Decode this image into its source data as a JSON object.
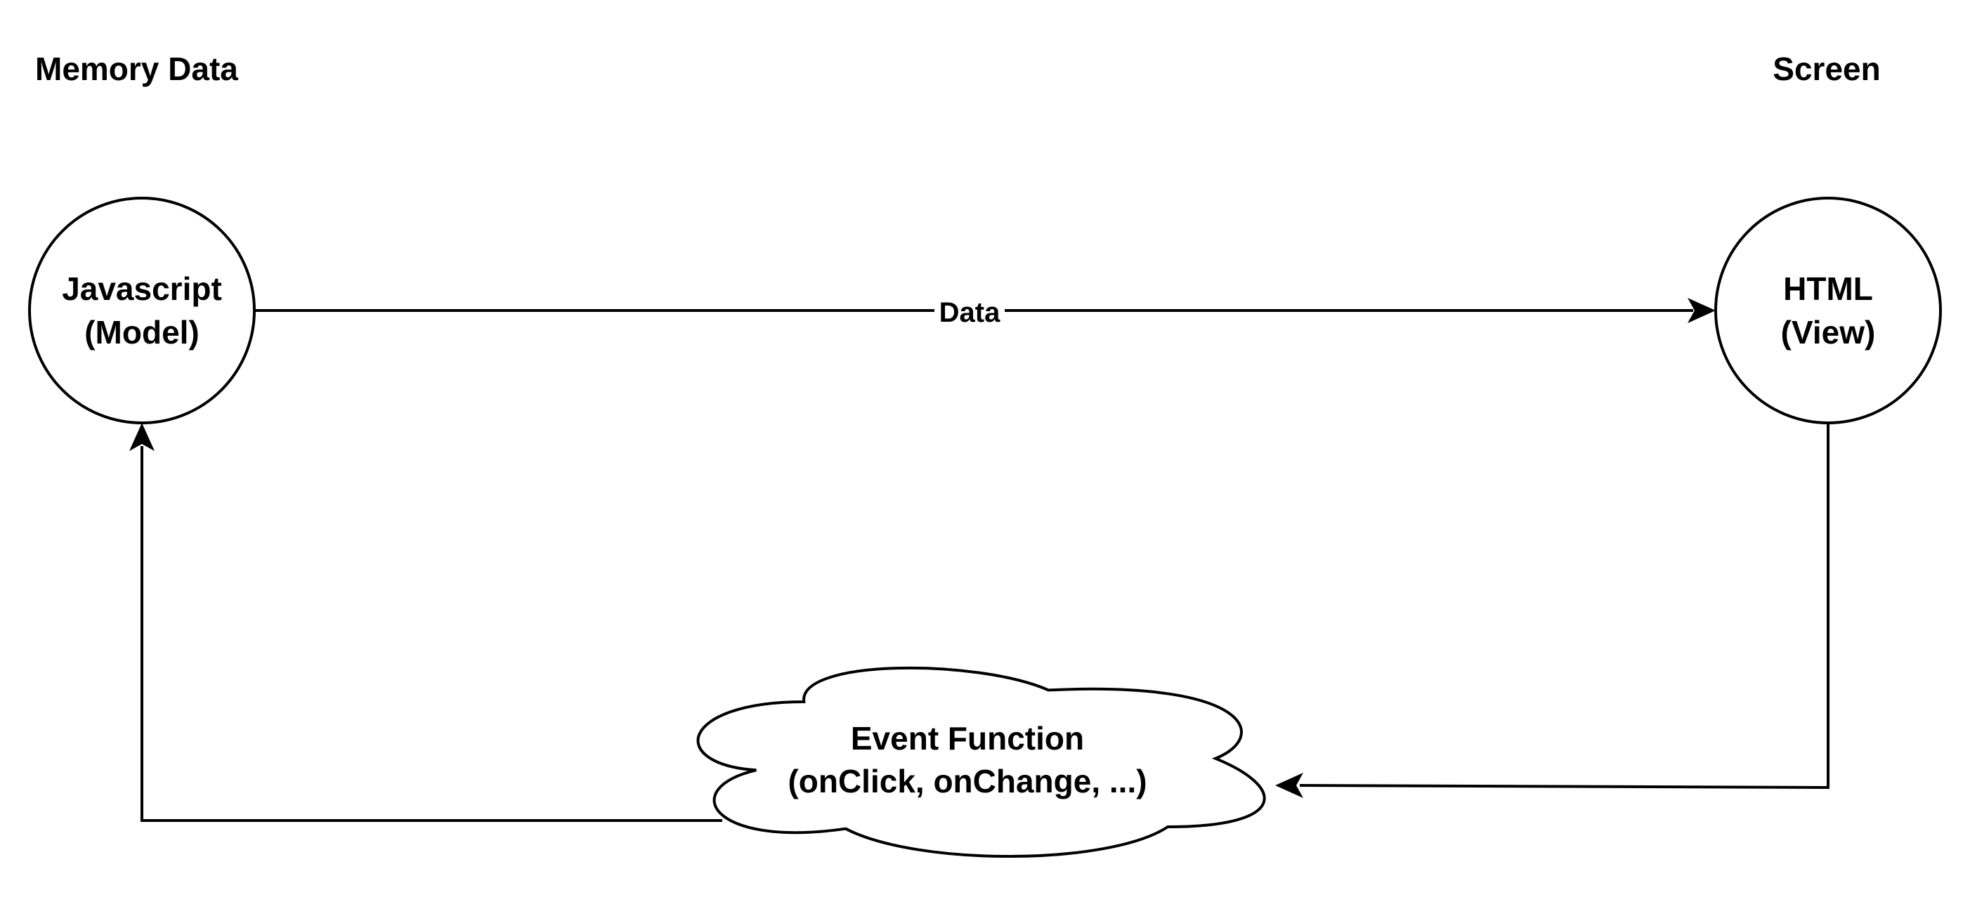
{
  "headers": {
    "left": "Memory Data",
    "right": "Screen"
  },
  "nodes": {
    "model": {
      "line1": "Javascript",
      "line2": "(Model)"
    },
    "view": {
      "line1": "HTML",
      "line2": "(View)"
    },
    "event": {
      "line1": "Event Function",
      "line2": "(onClick, onChange, ...)"
    }
  },
  "edges": {
    "model_to_view": "Data"
  },
  "colors": {
    "stroke": "#000000",
    "background": "#ffffff"
  }
}
